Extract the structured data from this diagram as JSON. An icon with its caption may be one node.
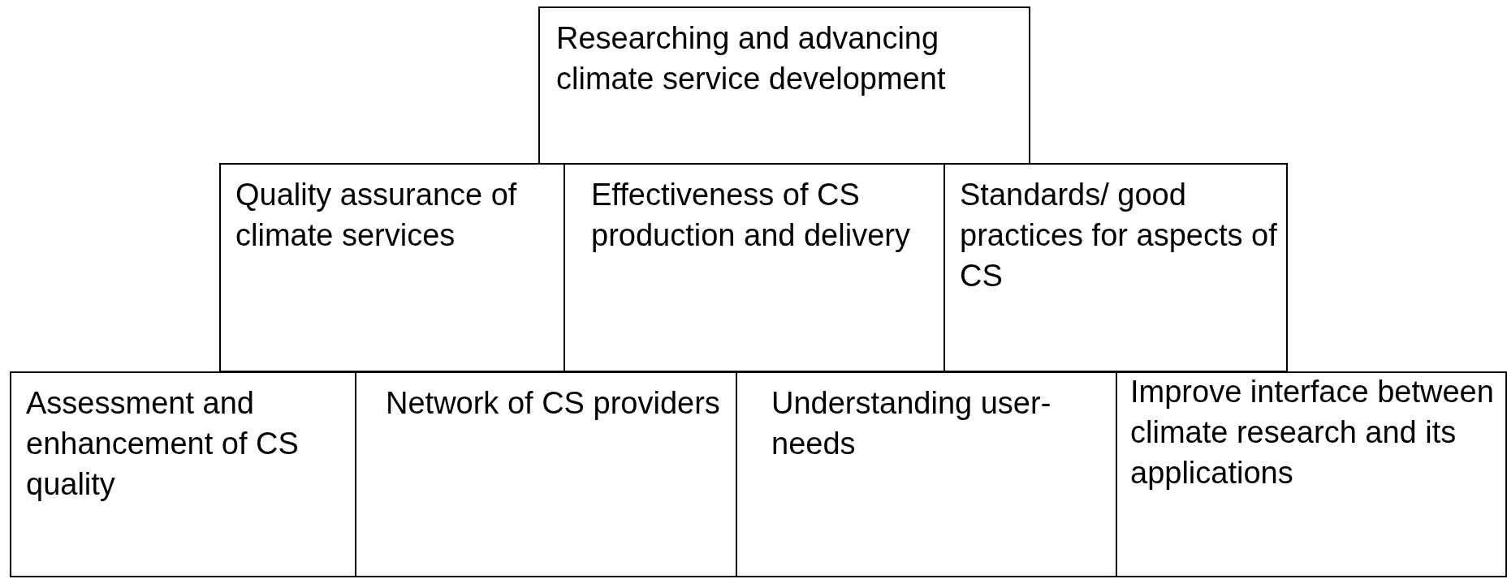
{
  "diagram": {
    "nodes": [
      {
        "text": [
          "Researching and advancing climate service development"
        ]
      },
      {
        "text": [
          "Quality assurance of climate services"
        ]
      },
      {
        "text": [
          "Effectiveness of CS production and delivery"
        ]
      },
      {
        "text": [
          "Standards/ good practices for aspects of CS"
        ]
      },
      {
        "text": [
          "Assessment and enhancement of CS quality"
        ]
      },
      {
        "text": [
          "Network of CS providers"
        ]
      },
      {
        "text": [
          "Understanding user-needs"
        ]
      },
      {
        "text": [
          "Improve interface between climate research and its applications"
        ]
      }
    ]
  }
}
